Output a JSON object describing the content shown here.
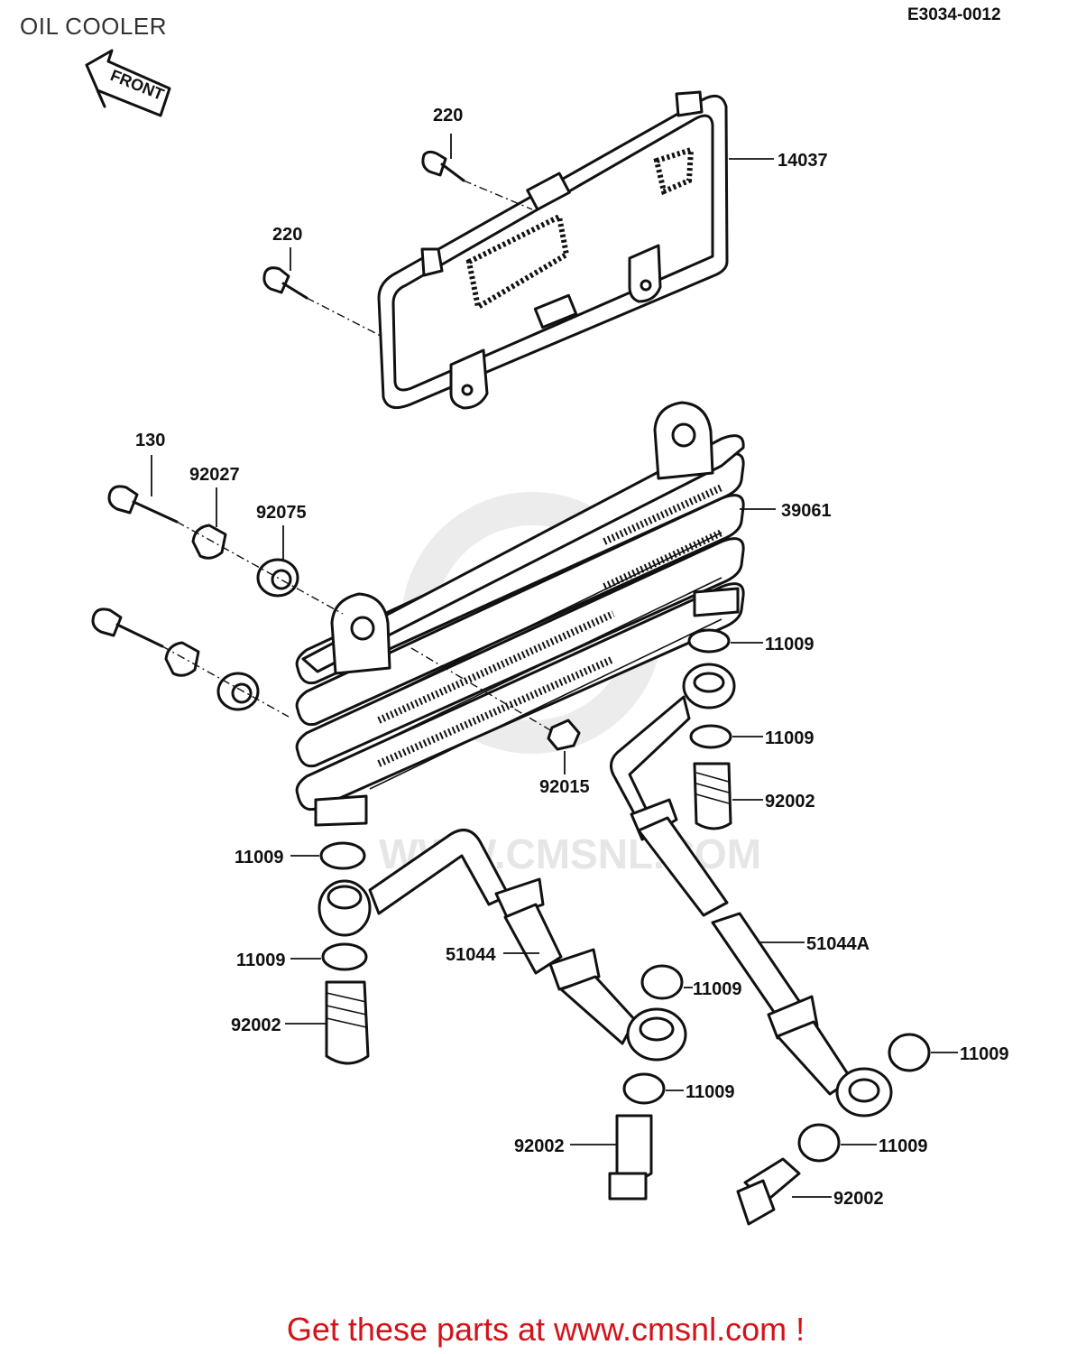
{
  "header": {
    "title": "OIL COOLER",
    "reference": "E3034-0012"
  },
  "direction_arrow": {
    "label": "FRONT"
  },
  "parts": [
    {
      "id": "220-top",
      "number": "220"
    },
    {
      "id": "220-mid",
      "number": "220"
    },
    {
      "id": "14037",
      "number": "14037"
    },
    {
      "id": "130",
      "number": "130"
    },
    {
      "id": "92027",
      "number": "92027"
    },
    {
      "id": "92075",
      "number": "92075"
    },
    {
      "id": "39061",
      "number": "39061"
    },
    {
      "id": "11009-a",
      "number": "11009"
    },
    {
      "id": "11009-b",
      "number": "11009"
    },
    {
      "id": "92015",
      "number": "92015"
    },
    {
      "id": "92002-a",
      "number": "92002"
    },
    {
      "id": "11009-c",
      "number": "11009"
    },
    {
      "id": "11009-d",
      "number": "11009"
    },
    {
      "id": "51044",
      "number": "51044"
    },
    {
      "id": "51044A",
      "number": "51044A"
    },
    {
      "id": "11009-e",
      "number": "11009"
    },
    {
      "id": "92002-b",
      "number": "92002"
    },
    {
      "id": "11009-f",
      "number": "11009"
    },
    {
      "id": "11009-g",
      "number": "11009"
    },
    {
      "id": "92002-c",
      "number": "92002"
    },
    {
      "id": "11009-h",
      "number": "11009"
    },
    {
      "id": "92002-d",
      "number": "92002"
    }
  ],
  "watermark": {
    "text": "WWW.CMSNL.COM"
  },
  "footer": {
    "text": "Get these parts at www.cmsnl.com !"
  },
  "colors": {
    "line": "#111111",
    "footer": "#d4121a",
    "watermark": "#ececec"
  }
}
